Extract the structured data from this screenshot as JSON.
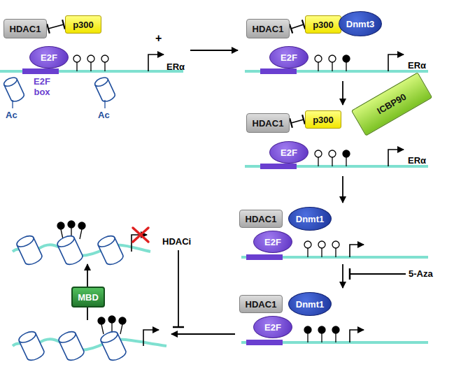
{
  "diagram": {
    "nodes": [
      {
        "text": [
          "HDAC1"
        ]
      },
      {
        "text": [
          "p300"
        ]
      },
      {
        "text": [
          "E2F"
        ]
      },
      {
        "text": [
          "HDAC1"
        ]
      },
      {
        "text": [
          "p300"
        ]
      },
      {
        "text": [
          "Dnmt3"
        ]
      },
      {
        "text": [
          "E2F"
        ]
      },
      {
        "text": [
          "HDAC1"
        ]
      },
      {
        "text": [
          "p300"
        ]
      },
      {
        "text": [
          "ICBP90"
        ]
      },
      {
        "text": [
          "E2F"
        ]
      },
      {
        "text": [
          "HDAC1"
        ]
      },
      {
        "text": [
          "Dnmt1"
        ]
      },
      {
        "text": [
          "E2F"
        ]
      },
      {
        "text": [
          "HDAC1"
        ]
      },
      {
        "text": [
          "Dnmt1"
        ]
      },
      {
        "text": [
          "E2F"
        ]
      },
      {
        "text": [
          "MBD"
        ]
      }
    ],
    "edges": [
      {
        "from": 0,
        "to": 1,
        "arrow": "both"
      },
      {
        "from": 3,
        "to": 4,
        "arrow": "both"
      },
      {
        "from": 7,
        "to": 8,
        "arrow": "both"
      }
    ],
    "labels": [
      "+",
      "ERα",
      "ERα",
      "ERα",
      "E2F box",
      "Ac",
      "Ac",
      "HDACi",
      "5-Aza"
    ]
  }
}
